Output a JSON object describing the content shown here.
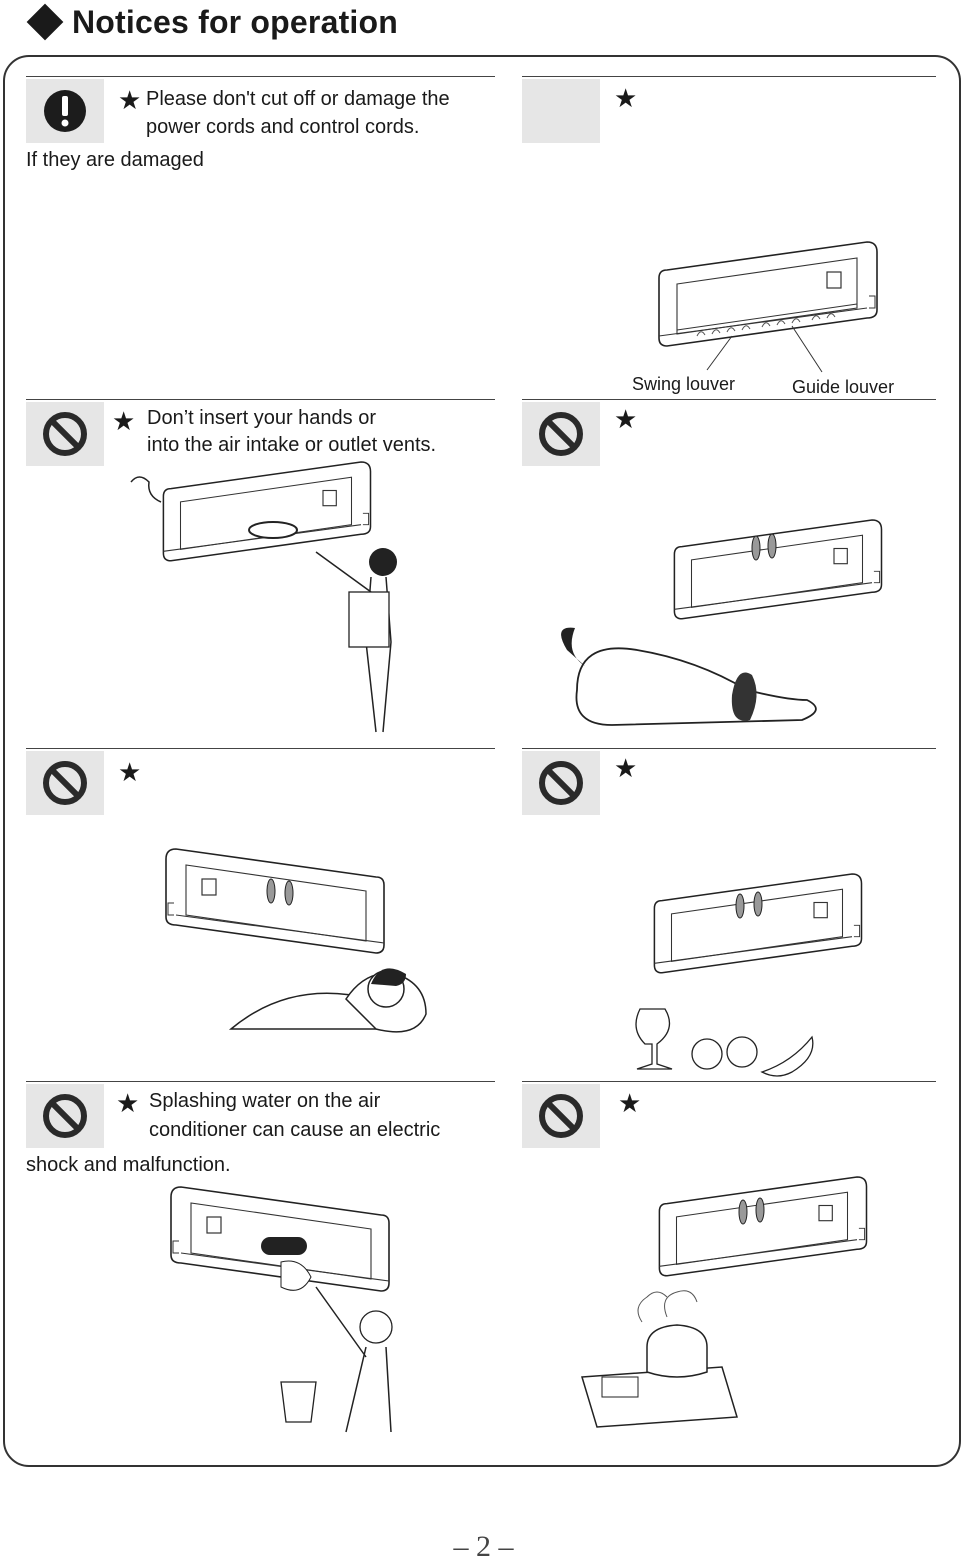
{
  "page": {
    "heading": "Notices for operation",
    "page_number": "– 2 –"
  },
  "icons": {
    "caution": "exclamation-icon",
    "prohibited": "prohibition-icon",
    "bullet": "★"
  },
  "panels": {
    "p1": {
      "line1": "Please don't cut off or damage the",
      "line2": "power cords and control cords.",
      "continuation": "If they are damaged"
    },
    "p2": {
      "swing_label": "Swing louver",
      "guide_label": "Guide louver"
    },
    "p3": {
      "line1": "Don’t insert your hands or",
      "line2": "into the air intake or outlet vents."
    },
    "p7": {
      "line1": "Splashing water on the air",
      "line2": "conditioner can cause an electric",
      "continuation": "shock and malfunction."
    }
  }
}
